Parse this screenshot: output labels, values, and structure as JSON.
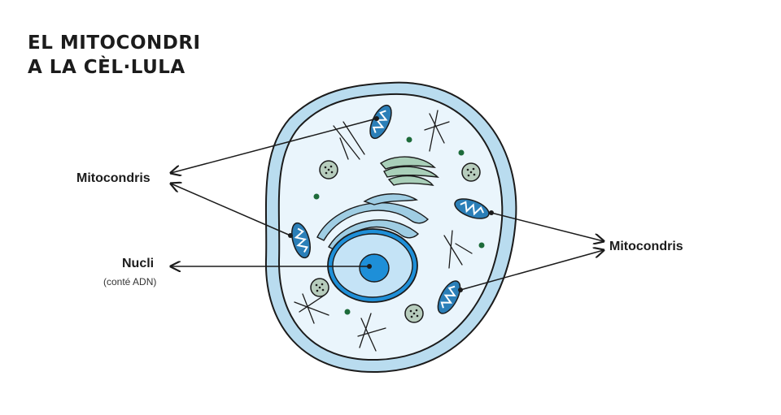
{
  "title": {
    "line1": "EL MITOCONDRI",
    "line2": "A LA CÈL·LULA"
  },
  "labels": {
    "mitochondria_left": "Mitocondris",
    "nucleus": "Nucli",
    "nucleus_note": "(conté ADN)",
    "mitochondria_right": "Mitocondris"
  },
  "colors": {
    "membrane": "#b9dcef",
    "cytoplasm": "#eaf5fc",
    "outline": "#1b1b1b",
    "mitochondria": "#2b7fb8",
    "nucleus": "#c4e3f6",
    "nucleolus": "#1e8fd8",
    "golgi": "#9fcde3",
    "er": "#a9cfb9",
    "ribosome": "#1d6b3a",
    "vesicle": "#b7cdbd"
  }
}
